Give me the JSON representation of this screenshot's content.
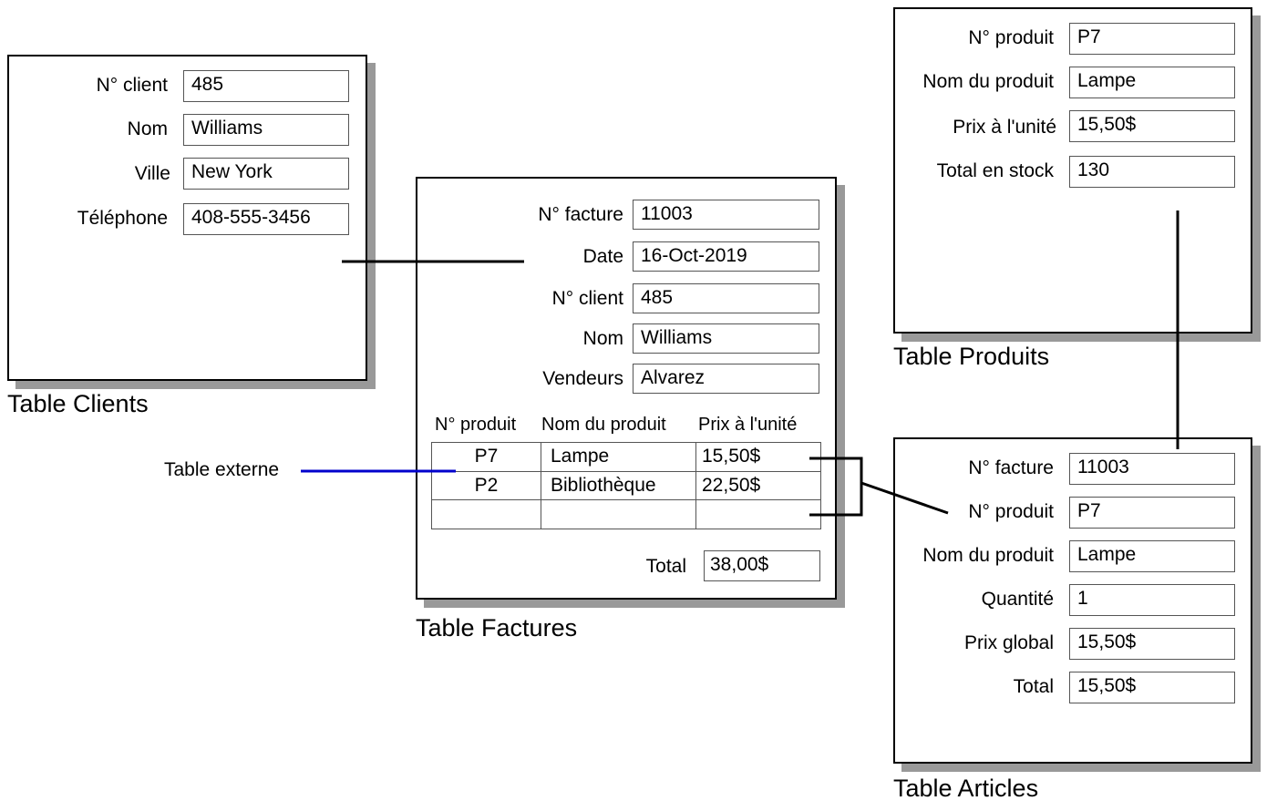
{
  "clients": {
    "caption": "Table Clients",
    "fields": [
      {
        "label": "N° client",
        "value": "485"
      },
      {
        "label": "Nom",
        "value": "Williams"
      },
      {
        "label": "Ville",
        "value": "New York"
      },
      {
        "label": "Téléphone",
        "value": "408-555-3456"
      }
    ]
  },
  "factures": {
    "caption": "Table Factures",
    "fields": [
      {
        "label": "N° facture",
        "value": "11003"
      },
      {
        "label": "Date",
        "value": "16-Oct-2019"
      },
      {
        "label": "N° client",
        "value": "485"
      },
      {
        "label": "Nom",
        "value": "Williams"
      },
      {
        "label": "Vendeurs",
        "value": "Alvarez"
      }
    ],
    "grid_headers": [
      "N° produit",
      "Nom du produit",
      "Prix à l'unité"
    ],
    "grid_rows": [
      [
        "P7",
        "Lampe",
        "15,50$"
      ],
      [
        "P2",
        "Bibliothèque",
        "22,50$"
      ],
      [
        "",
        "",
        ""
      ]
    ],
    "total_label": "Total",
    "total_value": "38,00$"
  },
  "produits": {
    "caption": "Table Produits",
    "fields": [
      {
        "label": "N° produit",
        "value": "P7"
      },
      {
        "label": "Nom du produit",
        "value": "Lampe"
      },
      {
        "label": "Prix à l'unité",
        "value": "15,50$"
      },
      {
        "label": "Total en stock",
        "value": "130"
      }
    ]
  },
  "articles": {
    "caption": "Table Articles",
    "fields": [
      {
        "label": "N° facture",
        "value": "11003"
      },
      {
        "label": "N° produit",
        "value": "P7"
      },
      {
        "label": "Nom du produit",
        "value": "Lampe"
      },
      {
        "label": "Quantité",
        "value": "1"
      },
      {
        "label": "Prix global",
        "value": "15,50$"
      },
      {
        "label": "Total",
        "value": "15,50$"
      }
    ]
  },
  "annotation": {
    "label": "Table externe"
  },
  "colors": {
    "link": "#000000",
    "external_link": "#0000cc",
    "shadow": "#999999"
  }
}
